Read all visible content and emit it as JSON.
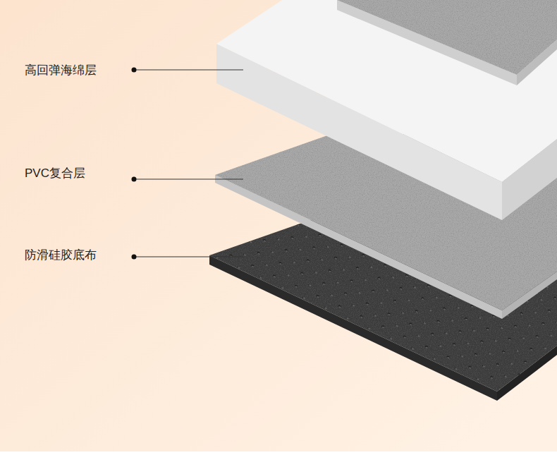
{
  "diagram": {
    "labels": [
      "高回弹海绵层",
      "PVC复合层",
      "防滑硅胶底布"
    ]
  }
}
